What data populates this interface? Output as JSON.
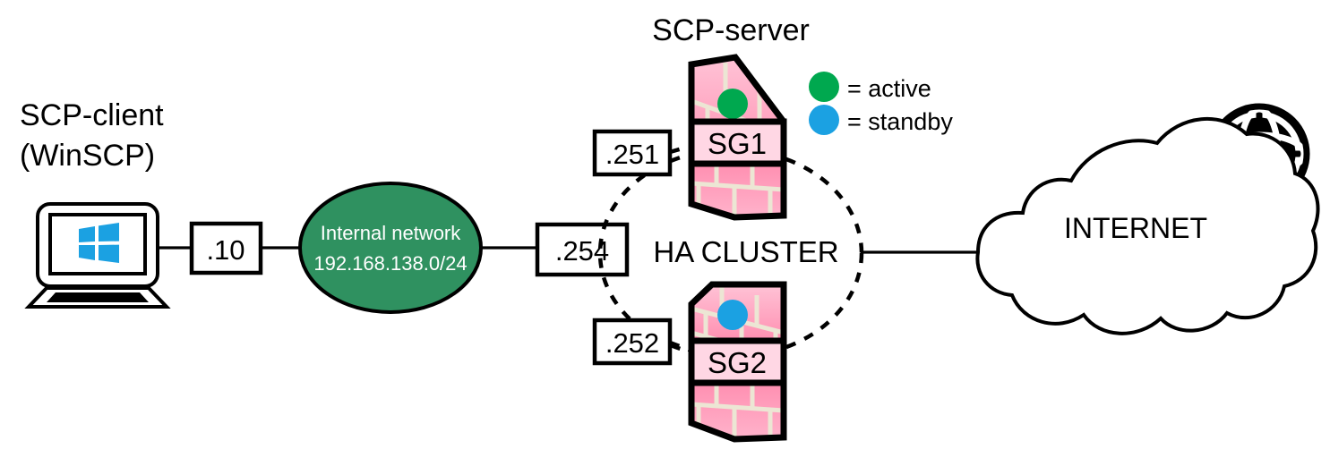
{
  "diagram": {
    "title_client": "SCP-client\n(WinSCP)",
    "client": {
      "label_line1": "SCP-client",
      "label_line2": "(WinSCP)",
      "icon": "windows-laptop-icon",
      "ip_label": ".10"
    },
    "network": {
      "name": "Internal network",
      "cidr": "192.168.138.0/24",
      "fill_color": "#2f9160",
      "gateway_ip": ".254"
    },
    "server": {
      "title": "SCP-server",
      "cluster_label": "HA CLUSTER",
      "cluster_label_color": "#ff8fb4",
      "firewalls": [
        {
          "name": "SG1",
          "ip_label": ".251",
          "state": "active",
          "state_color": "#00a84f"
        },
        {
          "name": "SG2",
          "ip_label": ".252",
          "state": "standby",
          "state_color": "#1ba1e2"
        }
      ],
      "firewall_fill": "#ff8fb1",
      "firewall_band_fill": "#ffd7e4"
    },
    "legend": {
      "items": [
        {
          "marker_color": "#00a84f",
          "text": "= active",
          "marker_name": "green-dot-icon"
        },
        {
          "marker_color": "#1ba1e2",
          "text": "= standby",
          "marker_name": "blue-dot-icon"
        }
      ]
    },
    "internet": {
      "label": "INTERNET",
      "icon": "globe-icon"
    }
  }
}
